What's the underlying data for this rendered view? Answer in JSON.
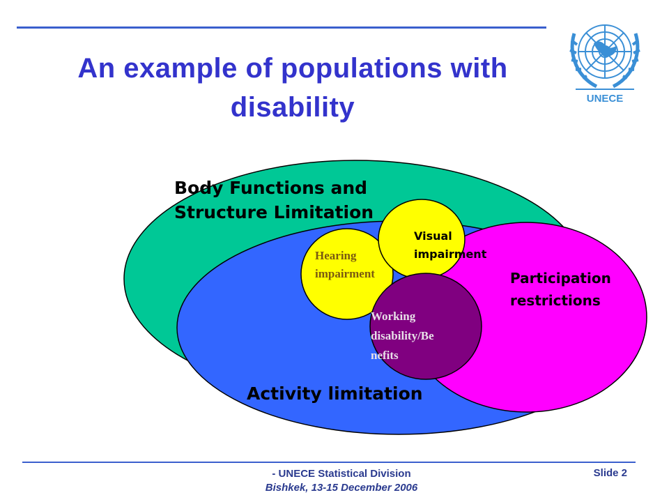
{
  "slide": {
    "title_line1": "An example of populations with",
    "title_line2": "disability",
    "logo_label": "UNECE",
    "footer_line1": "- UNECE Statistical Division",
    "footer_line2": "Bishkek, 13-15 December 2006",
    "slide_number": "Slide 2"
  },
  "diagram": {
    "body_functions_line1": "Body Functions and",
    "body_functions_line2": "Structure Limitation",
    "activity_label": "Activity limitation",
    "hearing_line1": "Hearing",
    "hearing_line2": "impairment",
    "visual_line1": "Visual",
    "visual_line2": "impairment",
    "participation_line1": "Participation",
    "participation_line2": "restrictions",
    "working_line1": "Working",
    "working_line2": "disability/Be",
    "working_line3": "nefits",
    "colors": {
      "body_functions": "#00c896",
      "activity": "#3366ff",
      "participation": "#ff00ff",
      "hearing": "#ffff00",
      "visual": "#ffff00",
      "working": "#800080"
    }
  }
}
